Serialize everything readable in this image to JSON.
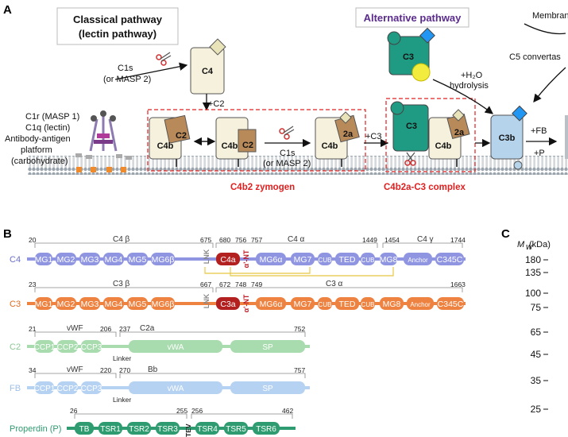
{
  "panels": {
    "a": "A",
    "b": "B",
    "c": "C"
  },
  "panel_a": {
    "classical_title_line1": "Classical pathway",
    "classical_title_line2": "(lectin pathway)",
    "alternative_title": "Alternative pathway",
    "membrane_label": "Membran",
    "c5_convertase_label": "C5 convertas",
    "c1r_label": "C1r (MASP 1)",
    "c1q_label": "C1q (lectin)",
    "antibody_line1": "Antibody-antigen",
    "antibody_line2": "platform",
    "antibody_line3": "(carbohydrate)",
    "c4_label": "C4",
    "c1s_line1": "C1s",
    "c1s_line2": "(or MASP 2)",
    "plus_c2": "+C2",
    "c4b_label": "C4b",
    "c2_label": "C2",
    "c1s2_line1": "C1s",
    "c1s2_line2": "(or MASP 2)",
    "c2a_label": "2a",
    "plus_c3": "+C3",
    "c3_label": "C3",
    "h2o_line1": "+H₂O",
    "h2o_line2": "hydrolysis",
    "c3b_label": "C3b",
    "plus_fb": "+FB",
    "plus_p": "+P",
    "zymogen_label": "C4b2 zymogen",
    "complex_label": "C4b2a-C3 complex"
  },
  "panel_b": {
    "c4": {
      "row_label": "C4",
      "numbers": [
        "20",
        "675",
        "680",
        "756",
        "757",
        "1449",
        "1454",
        "1744"
      ],
      "chain_beta": "C4 β",
      "chain_alpha": "C4 α",
      "chain_gamma": "C4 γ",
      "domains": [
        "MG1",
        "MG2",
        "MG3",
        "MG4",
        "MG5",
        "MG6β",
        "LNK",
        "C4a",
        "α'-NT",
        "MG6α",
        "MG7",
        "CUB",
        "TED",
        "CUB",
        "MG8",
        "Anchor",
        "C345C"
      ]
    },
    "c3": {
      "row_label": "C3",
      "numbers": [
        "23",
        "667",
        "672",
        "748",
        "749",
        "1663"
      ],
      "chain_beta": "C3 β",
      "chain_alpha": "C3 α",
      "domains": [
        "MG1",
        "MG2",
        "MG3",
        "MG4",
        "MG5",
        "MG6β",
        "LNK",
        "C3a",
        "α'-NT",
        "MG6α",
        "MG7",
        "CUB",
        "TED",
        "CUB",
        "MG8",
        "Anchor",
        "C345C"
      ]
    },
    "c2": {
      "row_label": "C2",
      "numbers": [
        "21",
        "206",
        "237",
        "752"
      ],
      "region_left": "vWF",
      "region_right": "C2a",
      "linker": "Linker",
      "domains": [
        "CCP1",
        "CCP2",
        "CCP3",
        "vWA",
        "SP"
      ]
    },
    "fb": {
      "row_label": "FB",
      "numbers": [
        "34",
        "220",
        "270",
        "757"
      ],
      "region_left": "vWF",
      "region_right": "Bb",
      "linker": "Linker",
      "domains": [
        "CCP1",
        "CCP2",
        "CCP3",
        "vWA",
        "SP"
      ]
    },
    "properdin": {
      "row_label": "Properdin (P)",
      "numbers": [
        "26",
        "255",
        "256",
        "462"
      ],
      "tev": "TEV",
      "domains": [
        "TB",
        "TSR1",
        "TSR2",
        "TSR3",
        "TSR4",
        "TSR5",
        "TSR6"
      ]
    }
  },
  "panel_c": {
    "axis_label_m": "M",
    "axis_label_sub": "w",
    "axis_label_unit": " (kDa)",
    "ticks": [
      "180",
      "135",
      "100",
      "75",
      "65",
      "45",
      "35",
      "25"
    ]
  },
  "colors": {
    "c4": "#8f95e0",
    "c3": "#ee8240",
    "c2": "#a8dcae",
    "fb": "#b6d2f2",
    "properdin": "#2e9c70",
    "red": "#e02020",
    "membrane": "#9aa4ad"
  }
}
